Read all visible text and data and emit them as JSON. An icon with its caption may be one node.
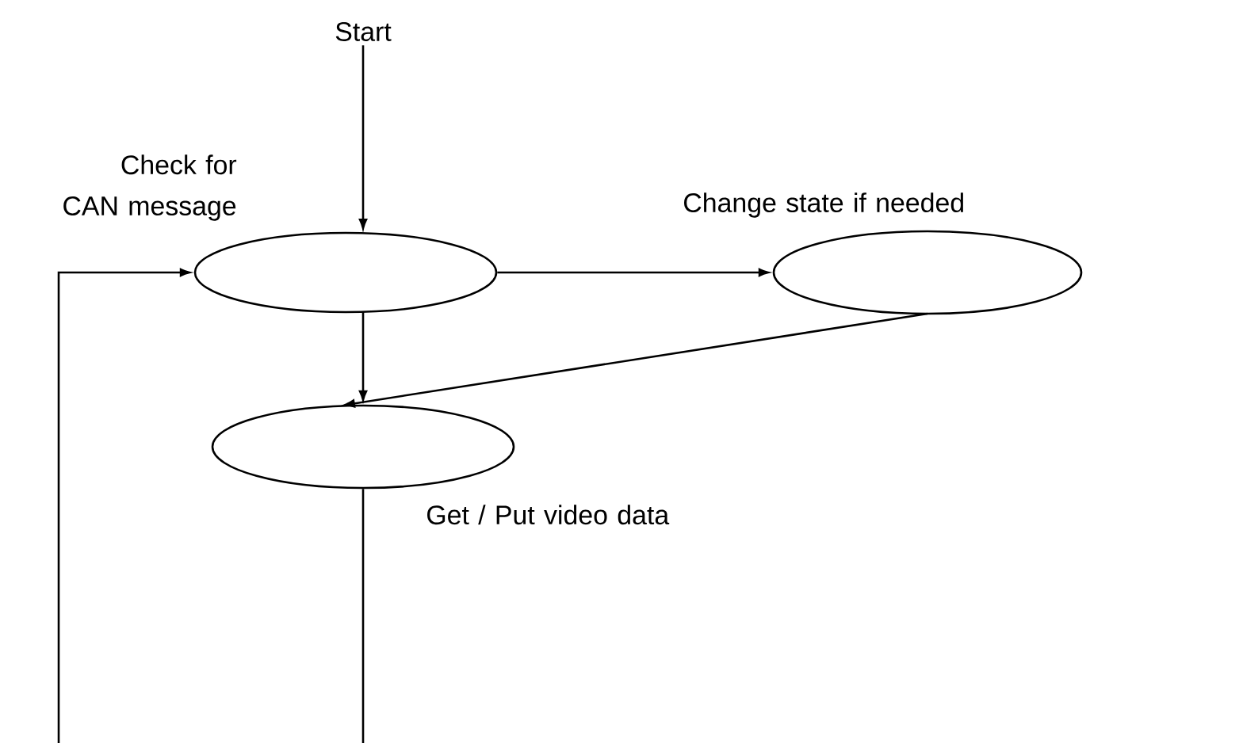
{
  "diagram": {
    "nodes": [
      {
        "text": [
          "Start"
        ]
      },
      {
        "text": [],
        "shape": "ellipse",
        "beside": [
          "Check for CAN message"
        ]
      },
      {
        "text": [],
        "shape": "ellipse",
        "beside": [
          "Change state if needed"
        ]
      },
      {
        "text": [],
        "shape": "ellipse",
        "beside": [
          "Get / Put video data"
        ]
      }
    ],
    "edges": [
      {
        "from": 0,
        "to": 1,
        "arrow": "to"
      },
      {
        "from": 1,
        "to": 2,
        "arrow": "to"
      },
      {
        "from": 1,
        "to": 3,
        "arrow": "to"
      },
      {
        "from": 2,
        "to": 3,
        "arrow": "to"
      },
      {
        "from": 3,
        "to": null,
        "arrow": "none"
      },
      {
        "from": null,
        "to": 1,
        "arrow": "to"
      }
    ]
  }
}
